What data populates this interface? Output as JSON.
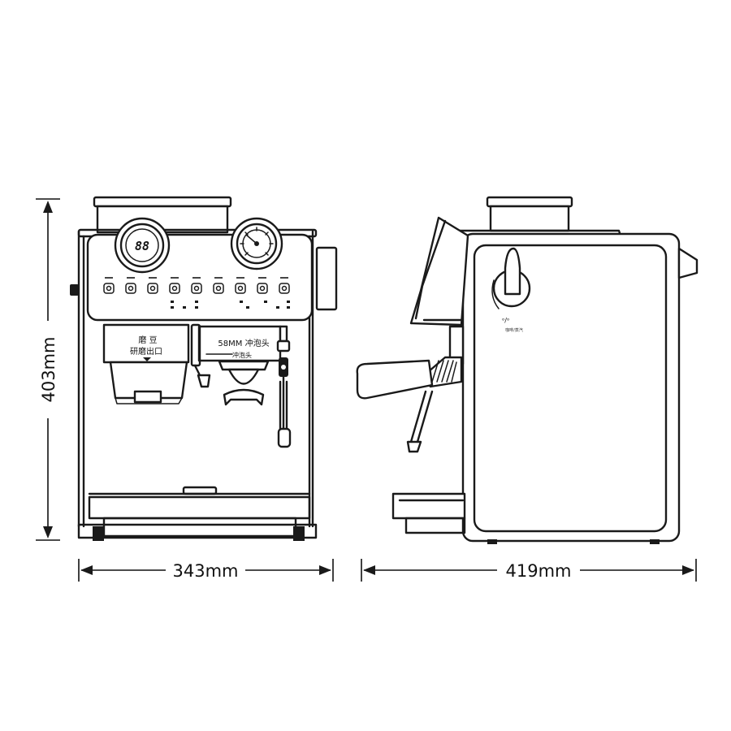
{
  "dimensions": {
    "height": "403mm",
    "front_width": "343mm",
    "side_depth": "419mm"
  },
  "front_labels": {
    "grinder_line1": "磨 豆",
    "grinder_line2": "研磨出口",
    "brew_head": "58MM 冲泡头",
    "brew_head_sub": "冲泡头"
  },
  "display": {
    "digits": "88"
  },
  "side_labels": {
    "steam_knob": "咖啡/蒸汽"
  },
  "icons": {
    "buttons": [
      "power-icon",
      "grind-icon",
      "dose-icon",
      "cup-icon",
      "double-cup-icon",
      "hot-water-icon",
      "steam-icon",
      "clean-icon",
      "descale-icon"
    ]
  }
}
